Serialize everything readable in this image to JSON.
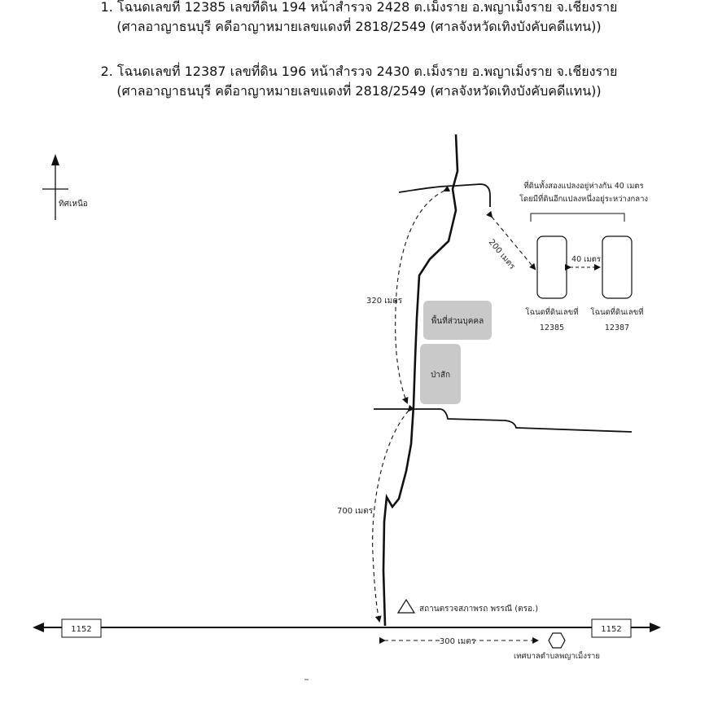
{
  "header": {
    "items": [
      {
        "line1": "1. โฉนดเลขที่ 12385 เลขที่ดิน 194 หน้าสำรวจ 2428 ต.เม็งราย อ.พญาเม็งราย จ.เชียงราย",
        "line2": "(ศาลอาญาธนบุรี คดีอาญาหมายเลขแดงที่ 2818/2549 (ศาลจังหวัดเทิงบังคับคดีแทน))"
      },
      {
        "line1": "2. โฉนดเลขที่ 12387 เลขที่ดิน 196 หน้าสำรวจ 2430 ต.เม็งราย อ.พญาเม็งราย จ.เชียงราย",
        "line2": "(ศาลอาญาธนบุรี คดีอาญาหมายเลขแดงที่ 2818/2549 (ศาลจังหวัดเทิงบังคับคดีแทน))"
      }
    ]
  },
  "map": {
    "north_label": "ทิศเหนือ",
    "plots_note_line1": "ที่ดินทั้งสองแปลงอยู่ห่างกัน 40 เมตร",
    "plots_note_line2": "โดยมีที่ดินอีกแปลงหนึ่งอยู่ระหว่างกลาง",
    "plot_gap_label": "40 เมตร",
    "plot_left_label": "โฉนดที่ดินเลขที่",
    "plot_left_number": "12385",
    "plot_right_label": "โฉนดที่ดินเลขที่",
    "plot_right_number": "12387",
    "dist_200": "200 เมตร",
    "dist_320": "320 เมตร",
    "dist_700": "700 เมตร",
    "dist_300": "300 เมตร",
    "private_area": "พื้นที่ส่วนบุคคล",
    "forest_area": "ป่าสัก",
    "highway_left": "1152",
    "highway_right": "1152",
    "inspection_station": "สถานตรวจสภาพรถ พรรณี (ตรอ.)",
    "municipality": "เทศบาลตำบลพญาเม็งราย",
    "area_fill": "#c9c9c9"
  }
}
